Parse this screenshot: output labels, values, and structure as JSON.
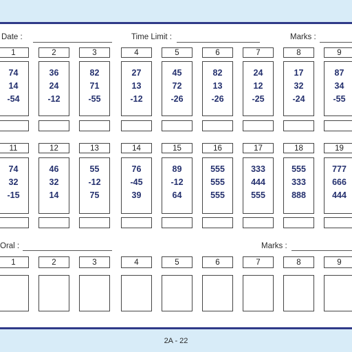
{
  "header": {
    "date_label": "Date :",
    "time_label": "Time Limit :",
    "marks_label": "Marks :"
  },
  "row1": {
    "numbers": [
      "1",
      "2",
      "3",
      "4",
      "5",
      "6",
      "7",
      "8",
      "9"
    ],
    "problems": [
      [
        "74",
        "14",
        "-54"
      ],
      [
        "36",
        "24",
        "-12"
      ],
      [
        "82",
        "71",
        "-55"
      ],
      [
        "27",
        "13",
        "-12"
      ],
      [
        "45",
        "72",
        "-26"
      ],
      [
        "82",
        "13",
        "-26"
      ],
      [
        "24",
        "12",
        "-25"
      ],
      [
        "17",
        "32",
        "-24"
      ],
      [
        "87",
        "34",
        "-55"
      ]
    ]
  },
  "row2": {
    "numbers": [
      "11",
      "12",
      "13",
      "14",
      "15",
      "16",
      "17",
      "18",
      "19"
    ],
    "problems": [
      [
        "74",
        "32",
        "-15"
      ],
      [
        "46",
        "32",
        "14"
      ],
      [
        "55",
        "-12",
        "75"
      ],
      [
        "76",
        "-45",
        "39"
      ],
      [
        "89",
        "-12",
        "64"
      ],
      [
        "555",
        "555",
        "555"
      ],
      [
        "333",
        "444",
        "555"
      ],
      [
        "555",
        "333",
        "888"
      ],
      [
        "777",
        "666",
        "444"
      ]
    ]
  },
  "oral": {
    "label": "Oral :",
    "marks_label": "Marks :",
    "numbers": [
      "1",
      "2",
      "3",
      "4",
      "5",
      "6",
      "7",
      "8",
      "9"
    ]
  },
  "footer": {
    "page_code": "2A - 22"
  }
}
